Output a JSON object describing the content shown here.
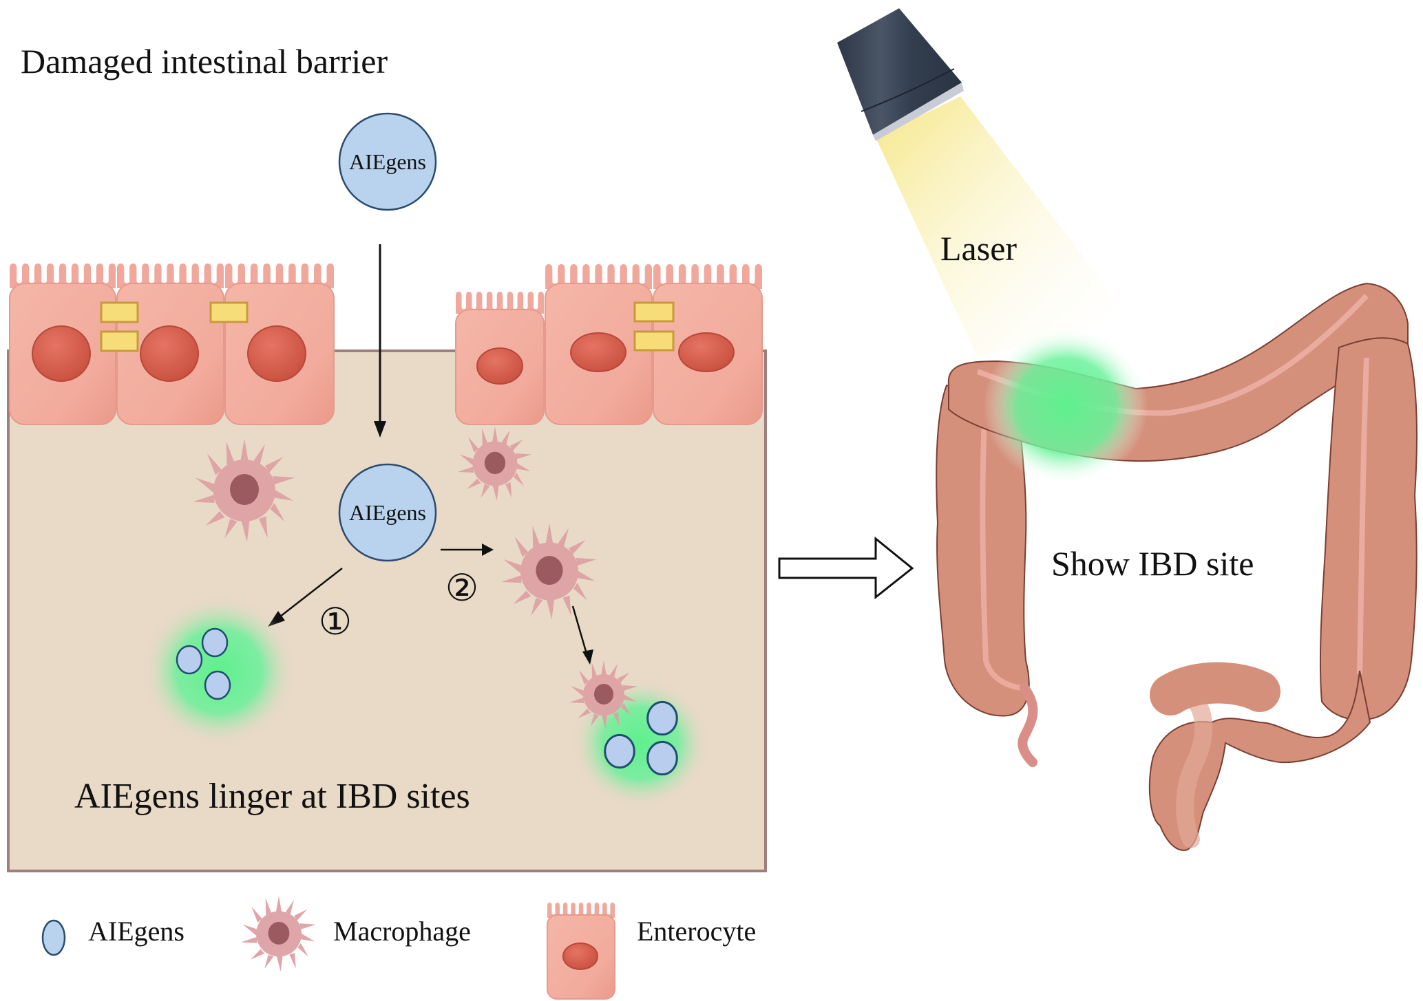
{
  "figure": {
    "title": "Damaged intestinal barrier",
    "caption": "AIEgens linger at IBD sites",
    "particle_label_top": "AIEgens",
    "particle_label_center": "AIEgens",
    "pathway_1": "①",
    "pathway_2": "②",
    "laser_label": "Laser",
    "result_label": "Show IBD site"
  },
  "legend": {
    "items": [
      {
        "icon": "aiegens-particle-icon",
        "label": "AIEgens"
      },
      {
        "icon": "macrophage-icon",
        "label": "Macrophage"
      },
      {
        "icon": "enterocyte-icon",
        "label": "Enterocyte"
      }
    ]
  },
  "colors": {
    "tissue": "#e9d9c7",
    "enterocyte": "#f2aea0",
    "nucleus": "#dc6a5a",
    "tight_junction": "#f7dd7a",
    "aiegens": "#b9d3ee",
    "macrophage": "#dea2a5",
    "macrophage_nucleus": "#9a5a60",
    "fluorescence": "#5ef08e",
    "colon": "#d58f7a",
    "laser_beam": "#f6e98f",
    "laser_device": "#333e4e"
  }
}
